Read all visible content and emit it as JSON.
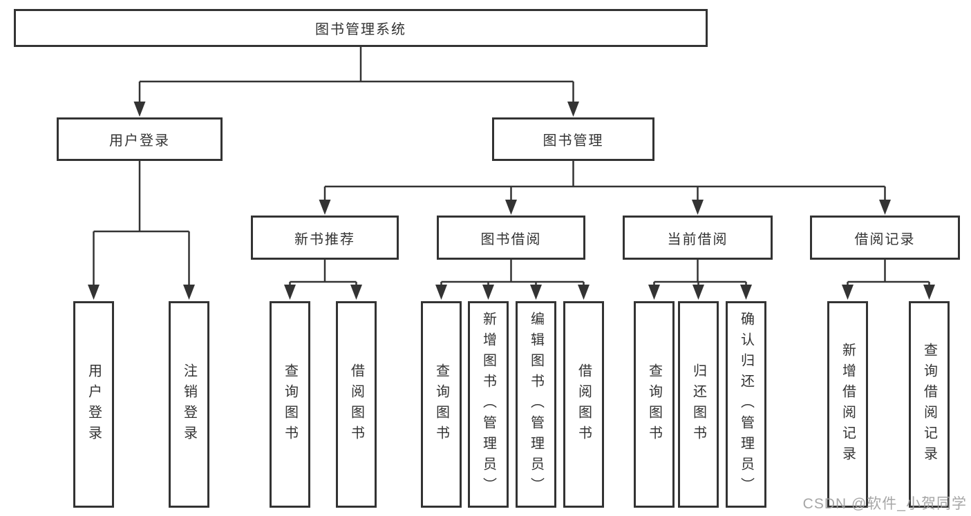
{
  "diagram": {
    "root": {
      "label": "图书管理系统"
    },
    "user_login": {
      "label": "用户登录",
      "children": [
        {
          "label": "用户登录"
        },
        {
          "label": "注销登录"
        }
      ]
    },
    "book_mgmt": {
      "label": "图书管理",
      "children": [
        {
          "label": "新书推荐",
          "children": [
            {
              "label": "查询图书"
            },
            {
              "label": "借阅图书"
            }
          ]
        },
        {
          "label": "图书借阅",
          "children": [
            {
              "label": "查询图书"
            },
            {
              "label": "新增图书（管理员）"
            },
            {
              "label": "编辑图书（管理员）"
            },
            {
              "label": "借阅图书"
            }
          ]
        },
        {
          "label": "当前借阅",
          "children": [
            {
              "label": "查询图书"
            },
            {
              "label": "归还图书"
            },
            {
              "label": "确认归还（管理员）"
            }
          ]
        },
        {
          "label": "借阅记录",
          "children": [
            {
              "label": "新增借阅记录"
            },
            {
              "label": "查询借阅记录"
            }
          ]
        }
      ]
    }
  },
  "watermark": {
    "text": "CSDN @软件_小贺同学"
  },
  "colors": {
    "line": "#333333",
    "text": "#333333",
    "box_background": "#ffffff",
    "page_background": "#ffffff",
    "watermark": "#9e9e9e"
  }
}
